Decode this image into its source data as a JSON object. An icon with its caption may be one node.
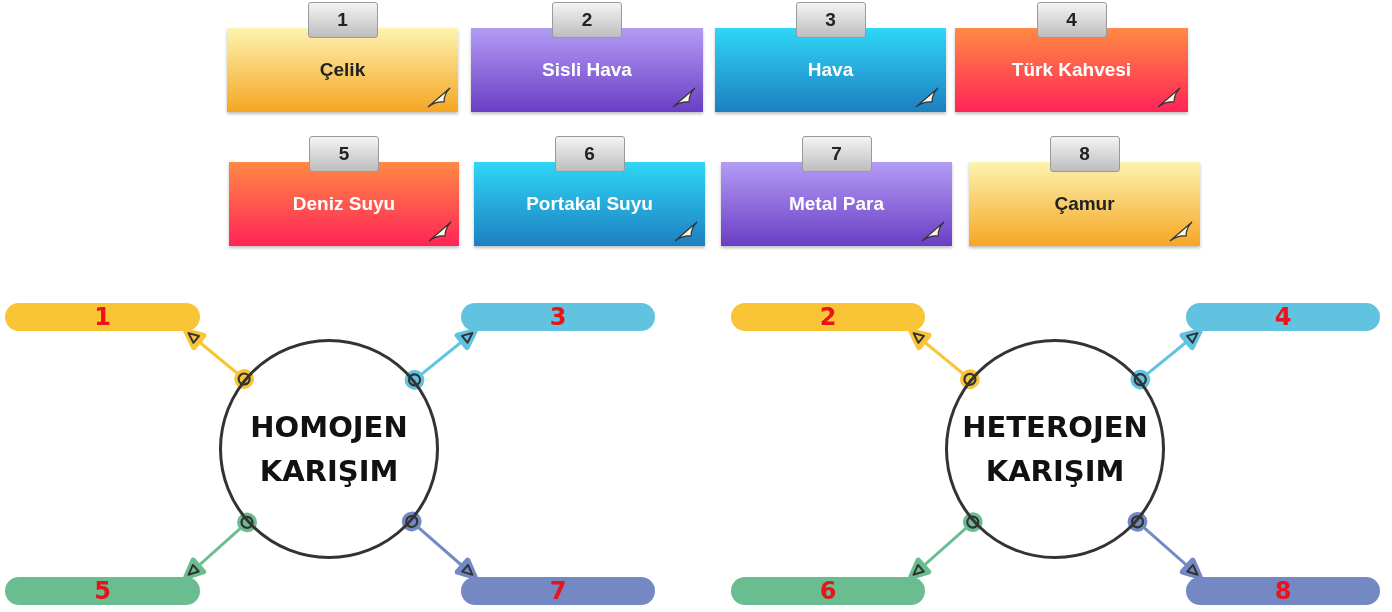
{
  "diagram": {
    "nodes": [
      {
        "text": [
          "1",
          "Çelik"
        ]
      },
      {
        "text": [
          "2",
          "Sisli Hava"
        ]
      },
      {
        "text": [
          "3",
          "Hava"
        ]
      },
      {
        "text": [
          "4",
          "Türk Kahvesi"
        ]
      },
      {
        "text": [
          "5",
          "Deniz Suyu"
        ]
      },
      {
        "text": [
          "6",
          "Portakal Suyu"
        ]
      },
      {
        "text": [
          "7",
          "Metal Para"
        ]
      },
      {
        "text": [
          "8",
          "Çamur"
        ]
      },
      {
        "text": [
          "1"
        ]
      },
      {
        "text": [
          "3"
        ]
      },
      {
        "text": [
          "2"
        ]
      },
      {
        "text": [
          "4"
        ]
      },
      {
        "text": [
          "HOMOJEN KARIŞIM"
        ]
      },
      {
        "text": [
          "HETEROJEN KARIŞIM"
        ]
      },
      {
        "text": [
          "5"
        ]
      },
      {
        "text": [
          "7"
        ]
      },
      {
        "text": [
          "6"
        ]
      },
      {
        "text": [
          "8"
        ]
      }
    ],
    "edges": [
      {
        "from": 12,
        "to": 8,
        "arrow": "to",
        "color": "#f9c536"
      },
      {
        "from": 12,
        "to": 9,
        "arrow": "to",
        "color": "#62c3e0"
      },
      {
        "from": 12,
        "to": 14,
        "arrow": "to",
        "color": "#6abd91"
      },
      {
        "from": 12,
        "to": 15,
        "arrow": "to",
        "color": "#7489c4"
      },
      {
        "from": 13,
        "to": 10,
        "arrow": "to",
        "color": "#f9c536"
      },
      {
        "from": 13,
        "to": 11,
        "arrow": "to",
        "color": "#62c3e0"
      },
      {
        "from": 13,
        "to": 16,
        "arrow": "to",
        "color": "#6abd91"
      },
      {
        "from": 13,
        "to": 17,
        "arrow": "to",
        "color": "#7489c4"
      }
    ]
  }
}
